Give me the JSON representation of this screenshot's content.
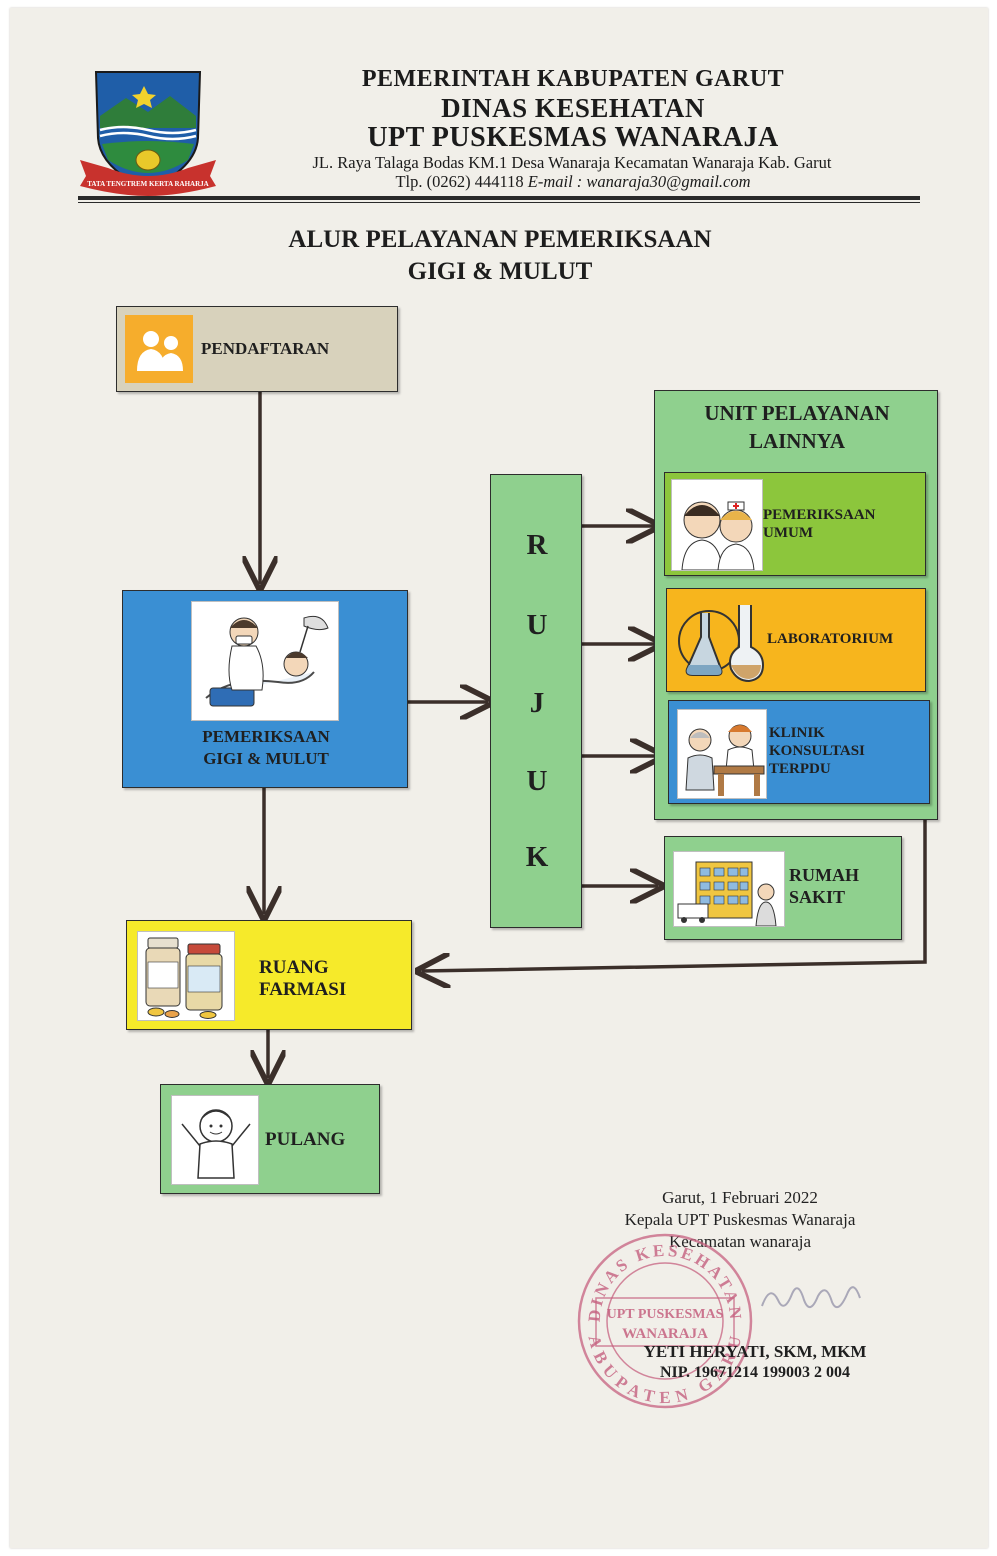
{
  "header": {
    "line1": "PEMERINTAH KABUPATEN GARUT",
    "line2": "DINAS KESEHATAN",
    "line3": "UPT PUSKESMAS WANARAJA",
    "address": "JL. Raya Talaga Bodas KM.1 Desa Wanaraja Kecamatan Wanaraja Kab. Garut",
    "phone": "Tlp. (0262) 444118",
    "email_label": "E-mail :",
    "email": "wanaraja30@gmail.com",
    "logo_ribbon": "TATA TENGTREM KERTA RAHARJA"
  },
  "title": {
    "line1": "ALUR PELAYANAN PEMERIKSAAN",
    "line2": "GIGI & MULUT"
  },
  "nodes": {
    "pendaftaran": "PENDAFTARAN",
    "pemeriksaan_gigi": {
      "line1": "PEMERIKSAAN",
      "line2": "GIGI & MULUT"
    },
    "rujuk_letters": [
      "R",
      "U",
      "J",
      "U",
      "K"
    ],
    "unit_lainnya": {
      "line1": "UNIT PELAYANAN",
      "line2": "LAINNYA"
    },
    "pemeriksaan_umum": {
      "line1": "PEMERIKSAAN",
      "line2": "UMUM"
    },
    "laboratorium": "LABORATORIUM",
    "klinik": {
      "line1": "KLINIK",
      "line2": "KONSULTASI",
      "line3": "TERPDU"
    },
    "rumah_sakit": {
      "line1": "RUMAH",
      "line2": "SAKIT"
    },
    "ruang_farmasi": {
      "line1": "RUANG",
      "line2": "FARMASI"
    },
    "pulang": "PULANG"
  },
  "signature": {
    "place_date": "Garut, 1 Februari 2022",
    "position1": "Kepala UPT Puskesmas Wanaraja",
    "position2": "Kecamatan wanaraja",
    "name": "YETI HERYATI, SKM, MKM",
    "nip": "NIP. 19671214 199003 2 004"
  },
  "stamp": {
    "top": "DINAS KESEHATAN",
    "middle1": "UPT PUSKESMAS",
    "middle2": "WANARAJA",
    "bottom": "KABUPATEN GARUT"
  },
  "colors": {
    "pendaftaran": "#d8d2bc",
    "blue": "#3a8fd3",
    "green": "#8fd08e",
    "lime": "#8cc63c",
    "orange": "#f7b51d",
    "yellow": "#f6ea2a",
    "stamp": "#c5607f",
    "arrow": "#3b2f2a"
  }
}
